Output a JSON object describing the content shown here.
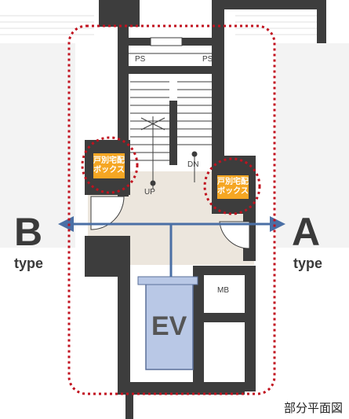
{
  "labels": {
    "side_b": "B",
    "side_b_type": "type",
    "side_a": "A",
    "side_a_type": "type",
    "ps_left": "PS",
    "ps_right": "PS",
    "up": "UP",
    "dn": "DN",
    "mb": "MB",
    "ev": "EV",
    "delivery_box_left": "戸別宅配\nボックス",
    "delivery_box_right": "戸別宅配\nボックス",
    "caption": "部分平面図"
  },
  "colors": {
    "wall": "#3d3d3d",
    "floor": "#ece6dd",
    "arrow": "#4a6fa5",
    "dotted_outline": "#c1121f",
    "delivery_box": "#f5a623",
    "elevator": "#b9c8e6"
  }
}
